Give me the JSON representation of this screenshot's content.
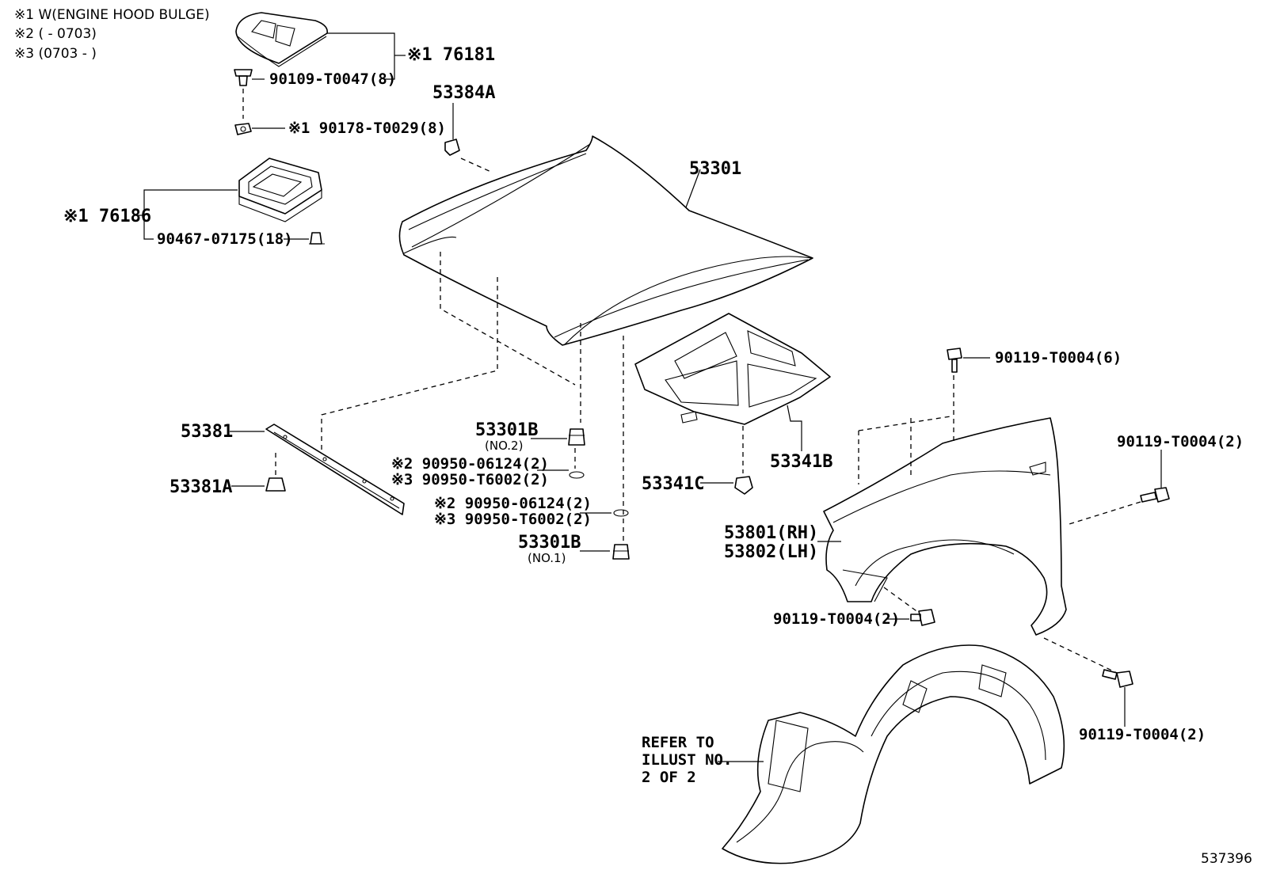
{
  "notes": [
    "※1 W(ENGINE HOOD BULGE)",
    "※2 (      - 0703)",
    "※3 (0703 -      )"
  ],
  "labels": {
    "p76181": "※1 76181",
    "p90109": "90109-T0047(8)",
    "p90178": "※1 90178-T0029(8)",
    "p53384a": "53384A",
    "p53301": "53301",
    "p76186": "※1 76186",
    "p90467": "90467-07175(18)",
    "p90119_6": "90119-T0004(6)",
    "p90119_2a": "90119-T0004(2)",
    "p53381": "53381",
    "p53301b_2": "53301B",
    "p53301b_2_sub": "(NO.2)",
    "p90950_06124_a": "※2 90950-06124(2)",
    "p90950_t6002_a": "※3 90950-T6002(2)",
    "p53341b": "53341B",
    "p53381a": "53381A",
    "p53341c": "53341C",
    "p90950_06124_b": "※2 90950-06124(2)",
    "p90950_t6002_b": "※3 90950-T6002(2)",
    "p53301b_1": "53301B",
    "p53301b_1_sub": "(NO.1)",
    "p53801": "53801(RH)",
    "p53802": "53802(LH)",
    "p90119_2b": "90119-T0004(2)",
    "p90119_2c": "90119-T0004(2)",
    "refer_1": "REFER TO",
    "refer_2": "ILLUST NO.",
    "refer_3": "2 OF 2",
    "illustration_id": "537396"
  }
}
